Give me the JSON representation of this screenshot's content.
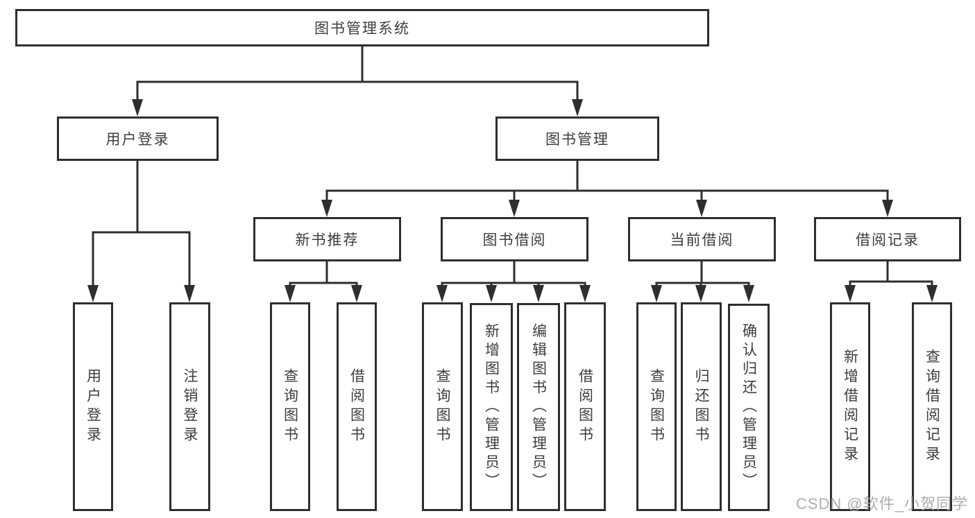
{
  "tree": {
    "root": {
      "label": "图书管理系统"
    },
    "user_login": {
      "label": "用户登录",
      "children": [
        {
          "label": "用户登录"
        },
        {
          "label": "注销登录"
        }
      ]
    },
    "book_mgmt": {
      "label": "图书管理",
      "sections": [
        {
          "label": "新书推荐",
          "children": [
            {
              "label": "查询图书"
            },
            {
              "label": "借阅图书"
            }
          ]
        },
        {
          "label": "图书借阅",
          "children": [
            {
              "label": "查询图书"
            },
            {
              "label": "新增图书（管理员）"
            },
            {
              "label": "编辑图书（管理员）"
            },
            {
              "label": "借阅图书"
            }
          ]
        },
        {
          "label": "当前借阅",
          "children": [
            {
              "label": "查询图书"
            },
            {
              "label": "归还图书"
            },
            {
              "label": "确认归还（管理员）"
            }
          ]
        },
        {
          "label": "借阅记录",
          "children": [
            {
              "label": "新增借阅记录"
            },
            {
              "label": "查询借阅记录"
            }
          ]
        }
      ]
    }
  },
  "watermark": {
    "text": "CSDN @软件_小贺同学"
  },
  "colors": {
    "line": "#2e2e2e",
    "text": "#3d3d3d",
    "watermark": "#a5a4a3",
    "background": "#ffffff"
  }
}
